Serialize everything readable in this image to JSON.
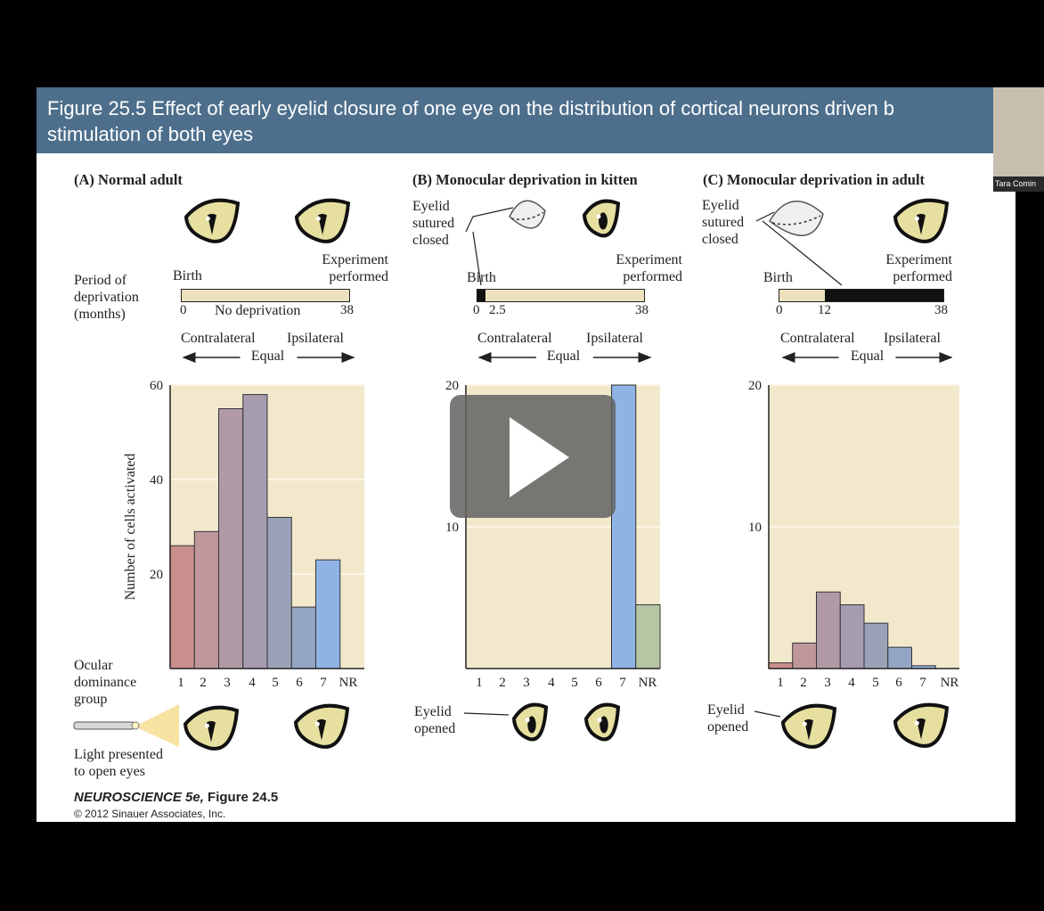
{
  "slide": {
    "title": "Figure 25.5  Effect of early eyelid closure of one eye on the distribution of cortical neurons driven b\nstimulation of both eyes",
    "header_color": "#4d6f8c"
  },
  "video": {
    "participant_name": "Tara Comin",
    "play_icon": "play-icon"
  },
  "figure": {
    "row_labels": {
      "period": "Period of\ndeprivation\n(months)",
      "ocular": "Ocular\ndominance\ngroup",
      "light": "Light presented\nto open eyes"
    },
    "ylabel": "Number of cells activated",
    "credit": {
      "book": "NEUROSCIENCE 5e,",
      "figure": " Figure 24.5",
      "copyright": "© 2012 Sinauer Associates, Inc."
    },
    "panels": {
      "a": {
        "title": "(A) Normal adult",
        "timeline": {
          "birth": "Birth",
          "experiment": "Experiment\nperformed",
          "start": "0",
          "inside": "No deprivation",
          "end": "38"
        },
        "contra": "Contralateral",
        "ipsi": "Ipsilateral",
        "equal": "Equal"
      },
      "b": {
        "title": "(B) Monocular deprivation in kitten",
        "sutured": "Eyelid\nsutured\nclosed",
        "timeline": {
          "birth": "Birth",
          "experiment": "Experiment\nperformed",
          "start": "0",
          "mark": "2.5",
          "end": "38"
        },
        "contra": "Contralateral",
        "ipsi": "Ipsilateral",
        "equal": "Equal",
        "opened": "Eyelid\nopened"
      },
      "c": {
        "title": "(C) Monocular deprivation in adult",
        "sutured": "Eyelid\nsutured\nclosed",
        "timeline": {
          "birth": "Birth",
          "experiment": "Experiment\nperformed",
          "start": "0",
          "mark": "12",
          "end": "38"
        },
        "contra": "Contralateral",
        "ipsi": "Ipsilateral",
        "equal": "Equal",
        "opened": "Eyelid\nopened"
      }
    }
  },
  "chart_data": [
    {
      "type": "bar",
      "title": "(A) Normal adult",
      "ylabel": "Number of cells activated",
      "categories": [
        "1",
        "2",
        "3",
        "4",
        "5",
        "6",
        "7",
        "NR"
      ],
      "values": [
        26,
        29,
        55,
        58,
        32,
        13,
        23,
        0
      ],
      "ylim": [
        0,
        60
      ],
      "yticks": [
        "20",
        "40",
        "60"
      ],
      "colors": [
        "#c98f8c",
        "#be979b",
        "#b09aa6",
        "#a59cb0",
        "#9ba2b8",
        "#92a5c3",
        "#8fb3e4",
        "#b5c6a4"
      ]
    },
    {
      "type": "bar",
      "title": "(B) Monocular deprivation in kitten",
      "categories": [
        "1",
        "2",
        "3",
        "4",
        "5",
        "6",
        "7",
        "NR"
      ],
      "values": [
        0,
        0,
        0,
        0,
        0,
        0,
        20,
        4.5
      ],
      "ylim": [
        0,
        20
      ],
      "yticks": [
        "10",
        "20"
      ],
      "colors": [
        "#c98f8c",
        "#be979b",
        "#b09aa6",
        "#a59cb0",
        "#9ba2b8",
        "#92a5c3",
        "#8fb3e4",
        "#b5c6a4"
      ]
    },
    {
      "type": "bar",
      "title": "(C) Monocular deprivation in adult",
      "categories": [
        "1",
        "2",
        "3",
        "4",
        "5",
        "6",
        "7",
        "NR"
      ],
      "values": [
        0.4,
        1.8,
        5.4,
        4.5,
        3.2,
        1.5,
        0.2,
        0
      ],
      "ylim": [
        0,
        20
      ],
      "yticks": [
        "10",
        "20"
      ],
      "colors": [
        "#c98f8c",
        "#be979b",
        "#b09aa6",
        "#a59cb0",
        "#9ba2b8",
        "#92a5c3",
        "#8fb3e4",
        "#b5c6a4"
      ]
    }
  ]
}
